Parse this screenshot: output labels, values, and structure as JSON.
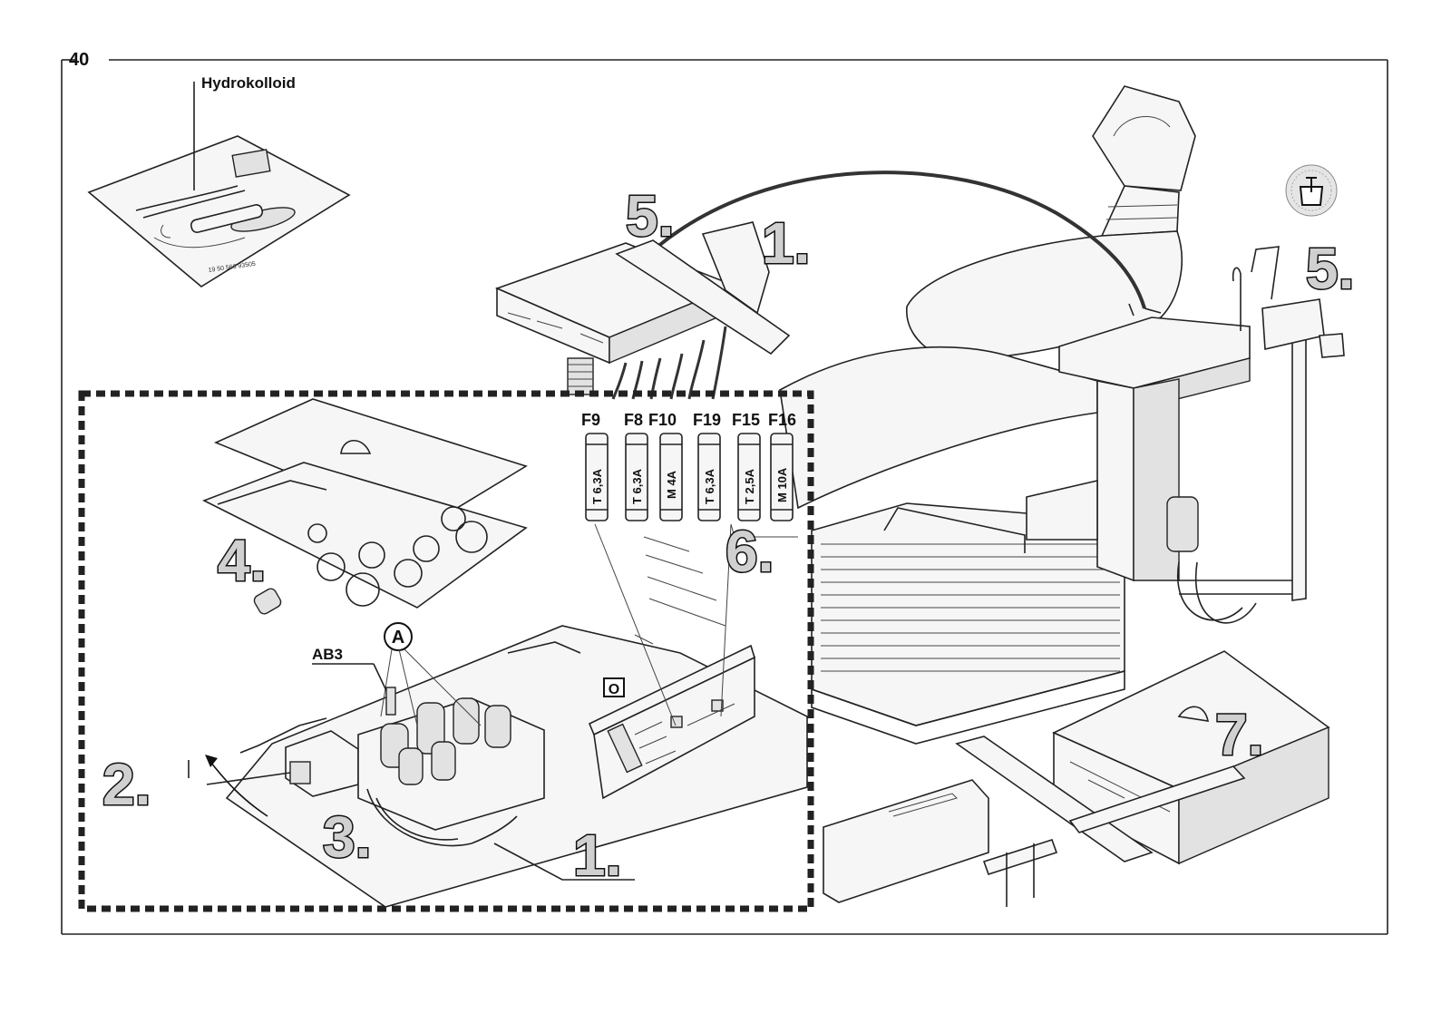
{
  "page_number": "40",
  "labels": {
    "hydrokolloid": "Hydrokolloid",
    "ab3": "AB3",
    "a_marker": "A",
    "o_marker": "O"
  },
  "step_numbers": {
    "s1_top": "1.",
    "s1_bottom": "1.",
    "s2": "2.",
    "s3": "3.",
    "s4": "4.",
    "s5_left": "5.",
    "s5_right": "5.",
    "s6": "6.",
    "s7": "7."
  },
  "fuses": [
    {
      "id": "F9",
      "rating": "T 6,3A"
    },
    {
      "id": "F8",
      "rating": "T 6,3A"
    },
    {
      "id": "F10",
      "rating": "M 4A"
    },
    {
      "id": "F19",
      "rating": "T 6,3A"
    },
    {
      "id": "F15",
      "rating": "T 2,5A"
    },
    {
      "id": "F16",
      "rating": "M 10A"
    }
  ],
  "card_text": "19 50 566 93505",
  "icons": [
    "water-cup-icon"
  ]
}
